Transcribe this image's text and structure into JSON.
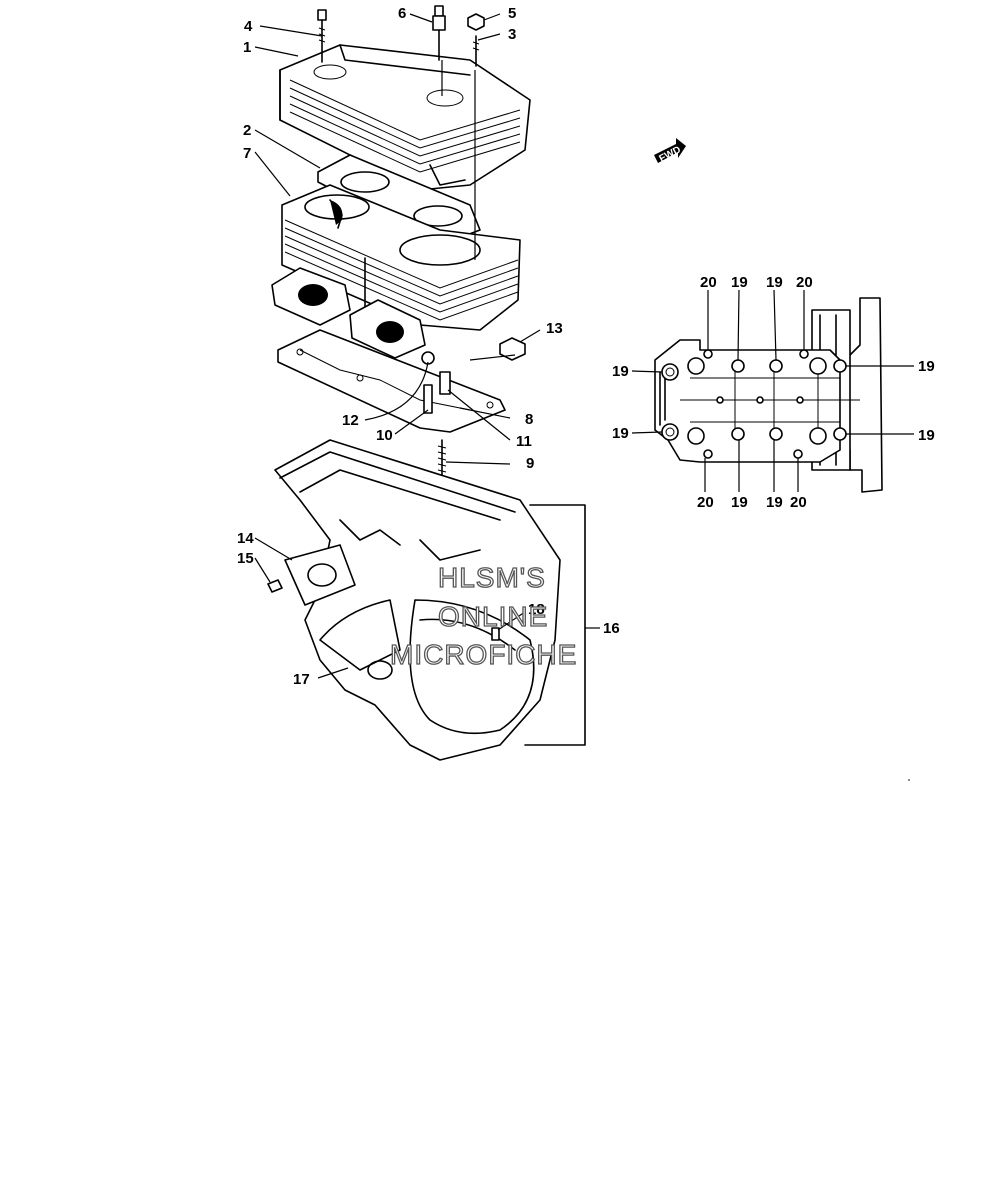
{
  "callouts": {
    "c1": "1",
    "c2": "2",
    "c3": "3",
    "c4": "4",
    "c5": "5",
    "c6": "6",
    "c7": "7",
    "c8": "8",
    "c9": "9",
    "c10": "10",
    "c11": "11",
    "c12": "12",
    "c13": "13",
    "c14": "14",
    "c15": "15",
    "c16": "16",
    "c17": "17",
    "c18": "18"
  },
  "inset_callouts": {
    "top_20_left": "20",
    "top_19_left": "19",
    "top_19_right": "19",
    "top_20_right": "20",
    "left_19_upper": "19",
    "left_19_lower": "19",
    "right_19_upper": "19",
    "right_19_lower": "19",
    "bottom_20_left": "20",
    "bottom_19_left": "19",
    "bottom_19_right": "19",
    "bottom_20_right": "20"
  },
  "direction_arrow": "FWD",
  "watermark": {
    "line1": "HLSM'S",
    "line2": "ONLINE",
    "line3": "MICROFICHE"
  }
}
